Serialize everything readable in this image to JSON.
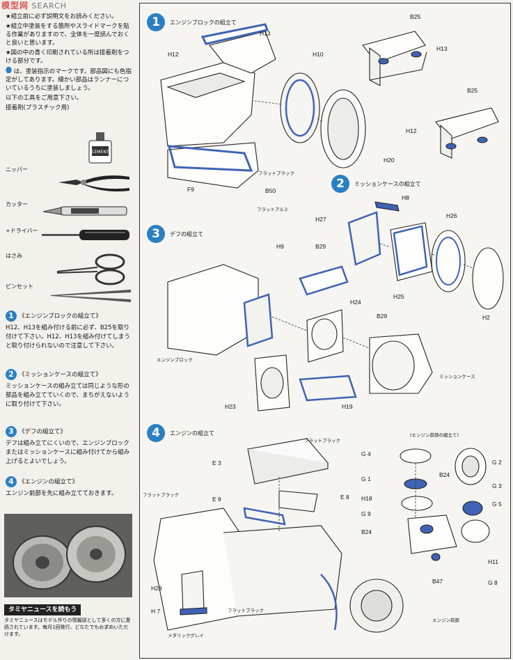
{
  "header": {
    "watermark_cn": "模型网",
    "watermark": "SEARCH"
  },
  "intro": {
    "lines": [
      "★組立前に必ず説明文をお読みください。",
      "★組立中塗装をする箇所やスライドマークを貼る作業がありますので、全体を一度読んでおくと良いと思います。",
      "★図の中の青く印刷されている所は接着剤をつける部分です。",
      "は、塗装指示のマークです。部品図にも色指定がしてあります。細かい部品はランナーについているうちに塗装しましょう。",
      "以下の工具をご用意下さい。"
    ],
    "glue_label": "接着剤(プラスチック用)"
  },
  "tools": [
    {
      "name": "ニッパー"
    },
    {
      "name": "カッター"
    },
    {
      "name": "+ドライバー"
    },
    {
      "name": "はさみ"
    },
    {
      "name": "ピンセット"
    }
  ],
  "sidebar_steps": [
    {
      "num": "1",
      "title": "《エンジンブロックの組立て》",
      "body": "H12、H13を組み付ける前に必ず、B25を取り付けて下さい。H12、H13を組み付けてしまうと取り付けられないので注意して下さい。"
    },
    {
      "num": "2",
      "title": "《ミッションケースの組立て》",
      "body": "ミッションケースの組み立ては同じような形の部品を組み立てていくので、まちがえないように取り付けて下さい。"
    },
    {
      "num": "3",
      "title": "《デフの組立て》",
      "body": "デフは組み立てにくいので、エンジンブロックまたはミッションケースに組み付けてから組み上げるとよいでしょう。"
    },
    {
      "num": "4",
      "title": "《エンジンの組立て》",
      "body": "エンジン前部を先に組み立てておきます。"
    }
  ],
  "news": {
    "title": "タミヤニュースを読もう",
    "body": "タミヤニュースはモデル作りの情報誌として多くの方に愛読されています。毎月1回発行、どなたでもお求めいただけます。"
  },
  "steps": [
    {
      "num": "1",
      "title": "エンジンブロックの組立て"
    },
    {
      "num": "2",
      "title": "ミッションケースの組立て"
    },
    {
      "num": "3",
      "title": "デフの組立て"
    },
    {
      "num": "4",
      "title": "エンジンの組立て"
    }
  ],
  "parts": {
    "s1": [
      "H13",
      "H12",
      "H10",
      "H20",
      "F9",
      "B50",
      "B25",
      "H13",
      "B25",
      "H12"
    ],
    "s2": [
      "H8",
      "H27",
      "H26",
      "H25",
      "H2"
    ],
    "s3": [
      "H9",
      "B29",
      "H24",
      "B29",
      "H23",
      "H19"
    ],
    "s4": [
      "E 3",
      "E 9",
      "E 8",
      "H28",
      "H 7",
      "G 4",
      "G 1",
      "B24",
      "H18",
      "G 9",
      "B24",
      "B47",
      "G 2",
      "G 3",
      "G 5",
      "H11",
      "G 8"
    ]
  },
  "paint": {
    "flat_black": "フラットブラック",
    "flat_alu": "フラットアルミ",
    "metallic_gray": "メタリックグレイ"
  },
  "labels": {
    "engine_block": "エンジンブロック",
    "mission_case": "ミッションケース",
    "engine_front": "エンジン前部",
    "engine_front_assembly": "(エンジン前部の組立て)"
  },
  "colors": {
    "accent": "#2b7fc3",
    "glue": "#3f63b5"
  }
}
